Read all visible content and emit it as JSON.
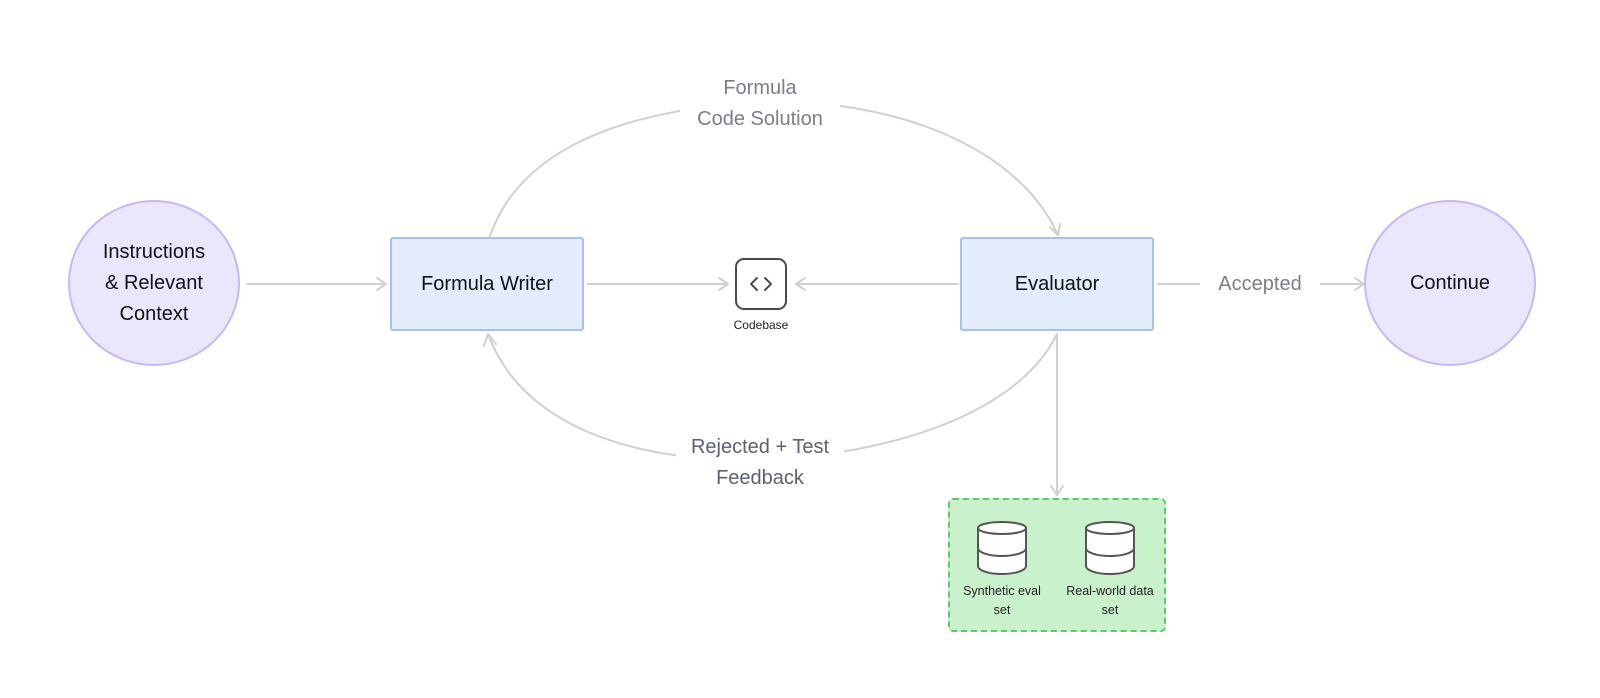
{
  "nodes": {
    "instructions": "Instructions\n& Relevant\nContext",
    "formula_writer": "Formula Writer",
    "codebase": "Codebase",
    "evaluator": "Evaluator",
    "continue": "Continue"
  },
  "edge_labels": {
    "top_arc": "Formula\nCode Solution",
    "bottom_arc": "Rejected + Test\nFeedback",
    "accepted": "Accepted"
  },
  "datasets": [
    {
      "label": "Synthetic eval\nset",
      "icon": "database-icon"
    },
    {
      "label": "Real-world data\nset",
      "icon": "database-icon"
    }
  ],
  "colors": {
    "circle_fill": "#ece6fc",
    "circle_stroke": "#c8b6f2",
    "box_fill": "#e3ecfd",
    "box_stroke": "#a9c0ec",
    "datastore_fill": "#c9f2cc",
    "datastore_stroke": "#5fc96a",
    "edge": "#d0d0d0"
  }
}
